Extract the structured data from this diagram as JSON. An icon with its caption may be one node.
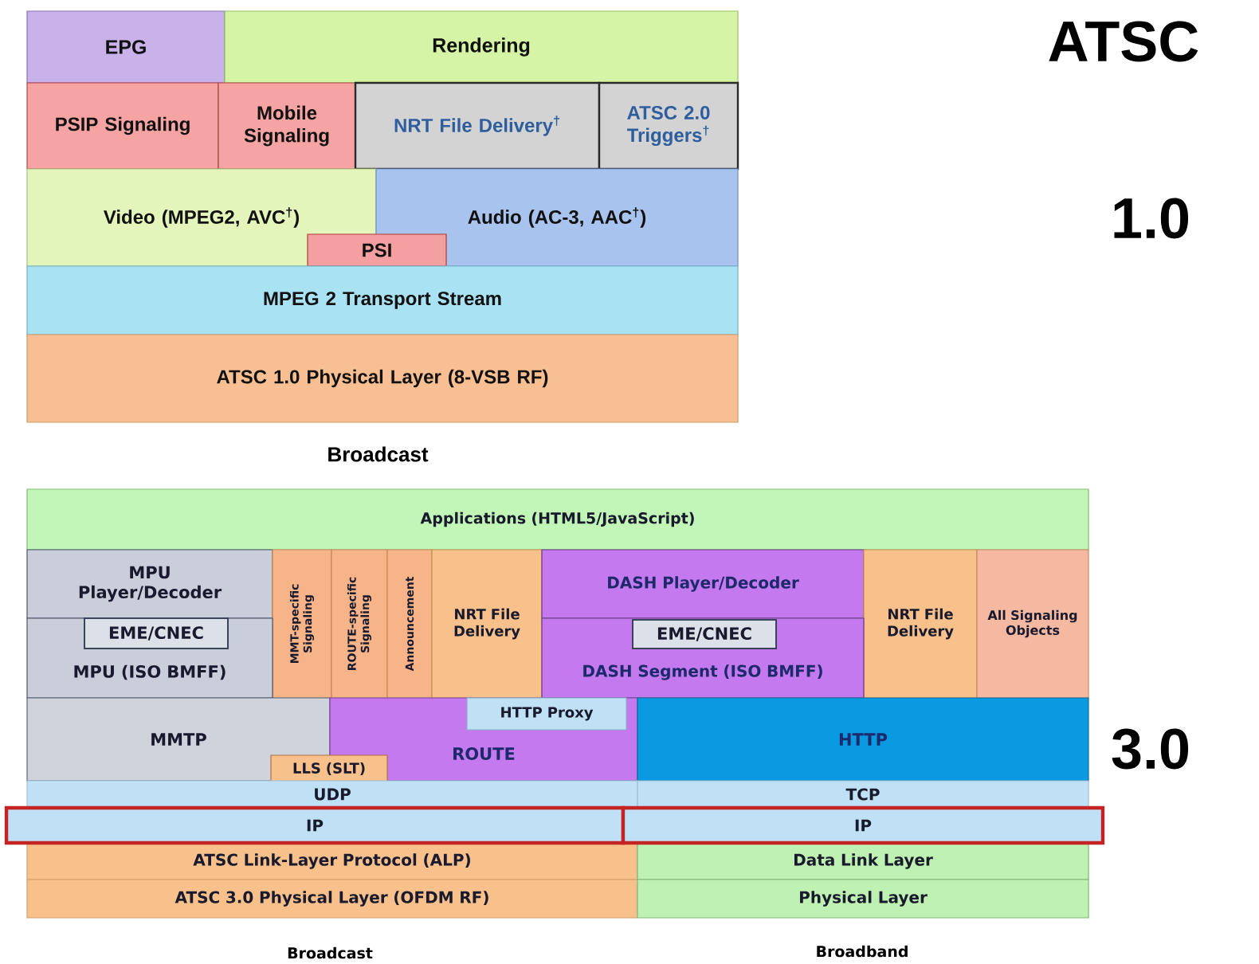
{
  "diagram": {
    "title": "ATSC",
    "nodes": [
      {
        "text": [
          "EPG"
        ]
      },
      {
        "text": [
          "Rendering"
        ]
      },
      {
        "text": [
          "PSIP Signaling"
        ]
      },
      {
        "text": [
          "Mobile Signaling"
        ]
      },
      {
        "text": [
          "NRT File Delivery$^{†}$"
        ]
      },
      {
        "text": [
          "ATSC 2.0 Triggers$^{†}$"
        ]
      },
      {
        "text": [
          "Video (MPEG2, AVC$^{†}$)"
        ]
      },
      {
        "text": [
          "Audio (AC-3, AAC$^{†}$)"
        ]
      },
      {
        "text": [
          "PSI"
        ]
      },
      {
        "text": [
          "MPEG 2 Transport Stream"
        ]
      },
      {
        "text": [
          "ATSC 1.0 Physical Layer (8-VSB RF)"
        ]
      },
      {
        "text": [
          "Applications (HTML5/JavaScript)"
        ]
      },
      {
        "text": [
          "MPU Player/Decoder"
        ]
      },
      {
        "text": [
          "MMT-specific Signaling"
        ]
      },
      {
        "text": [
          "ROUTE-specific Signaling"
        ]
      },
      {
        "text": [
          "Announcement"
        ]
      },
      {
        "text": [
          "NRT File Delivery"
        ]
      },
      {
        "text": [
          "DASH Player/Decoder"
        ]
      },
      {
        "text": [
          "NRT File Delivery"
        ]
      },
      {
        "text": [
          "All Signaling Objects"
        ]
      },
      {
        "text": [
          "MPU (ISO BMFF)"
        ]
      },
      {
        "text": [
          "EME/CNEC"
        ],
        "in": 20
      },
      {
        "text": [
          "DASH Segment (ISO BMFF)"
        ]
      },
      {
        "text": [
          "EME/CNEC"
        ],
        "in": 22
      },
      {
        "text": [
          "MMTP"
        ]
      },
      {
        "text": [
          "ROUTE"
        ]
      },
      {
        "text": [
          "HTTP Proxy"
        ],
        "in": 25
      },
      {
        "text": [
          "HTTP"
        ]
      },
      {
        "text": [
          "LLS (SLT)"
        ]
      },
      {
        "text": [
          "UDP"
        ]
      },
      {
        "text": [
          "TCP"
        ]
      },
      {
        "text": [
          "IP"
        ]
      },
      {
        "text": [
          "IP"
        ]
      },
      {
        "text": [
          "ATSC Link-Layer Protocol (ALP)"
        ]
      },
      {
        "text": [
          "Data Link Layer"
        ]
      },
      {
        "text": [
          "ATSC 3.0 Physical Layer (OFDM RF)"
        ]
      },
      {
        "text": [
          "Physical Layer"
        ]
      }
    ],
    "labels": [
      "1.0",
      "Broadcast",
      "3.0",
      "Broadcast",
      "Broadband"
    ]
  }
}
